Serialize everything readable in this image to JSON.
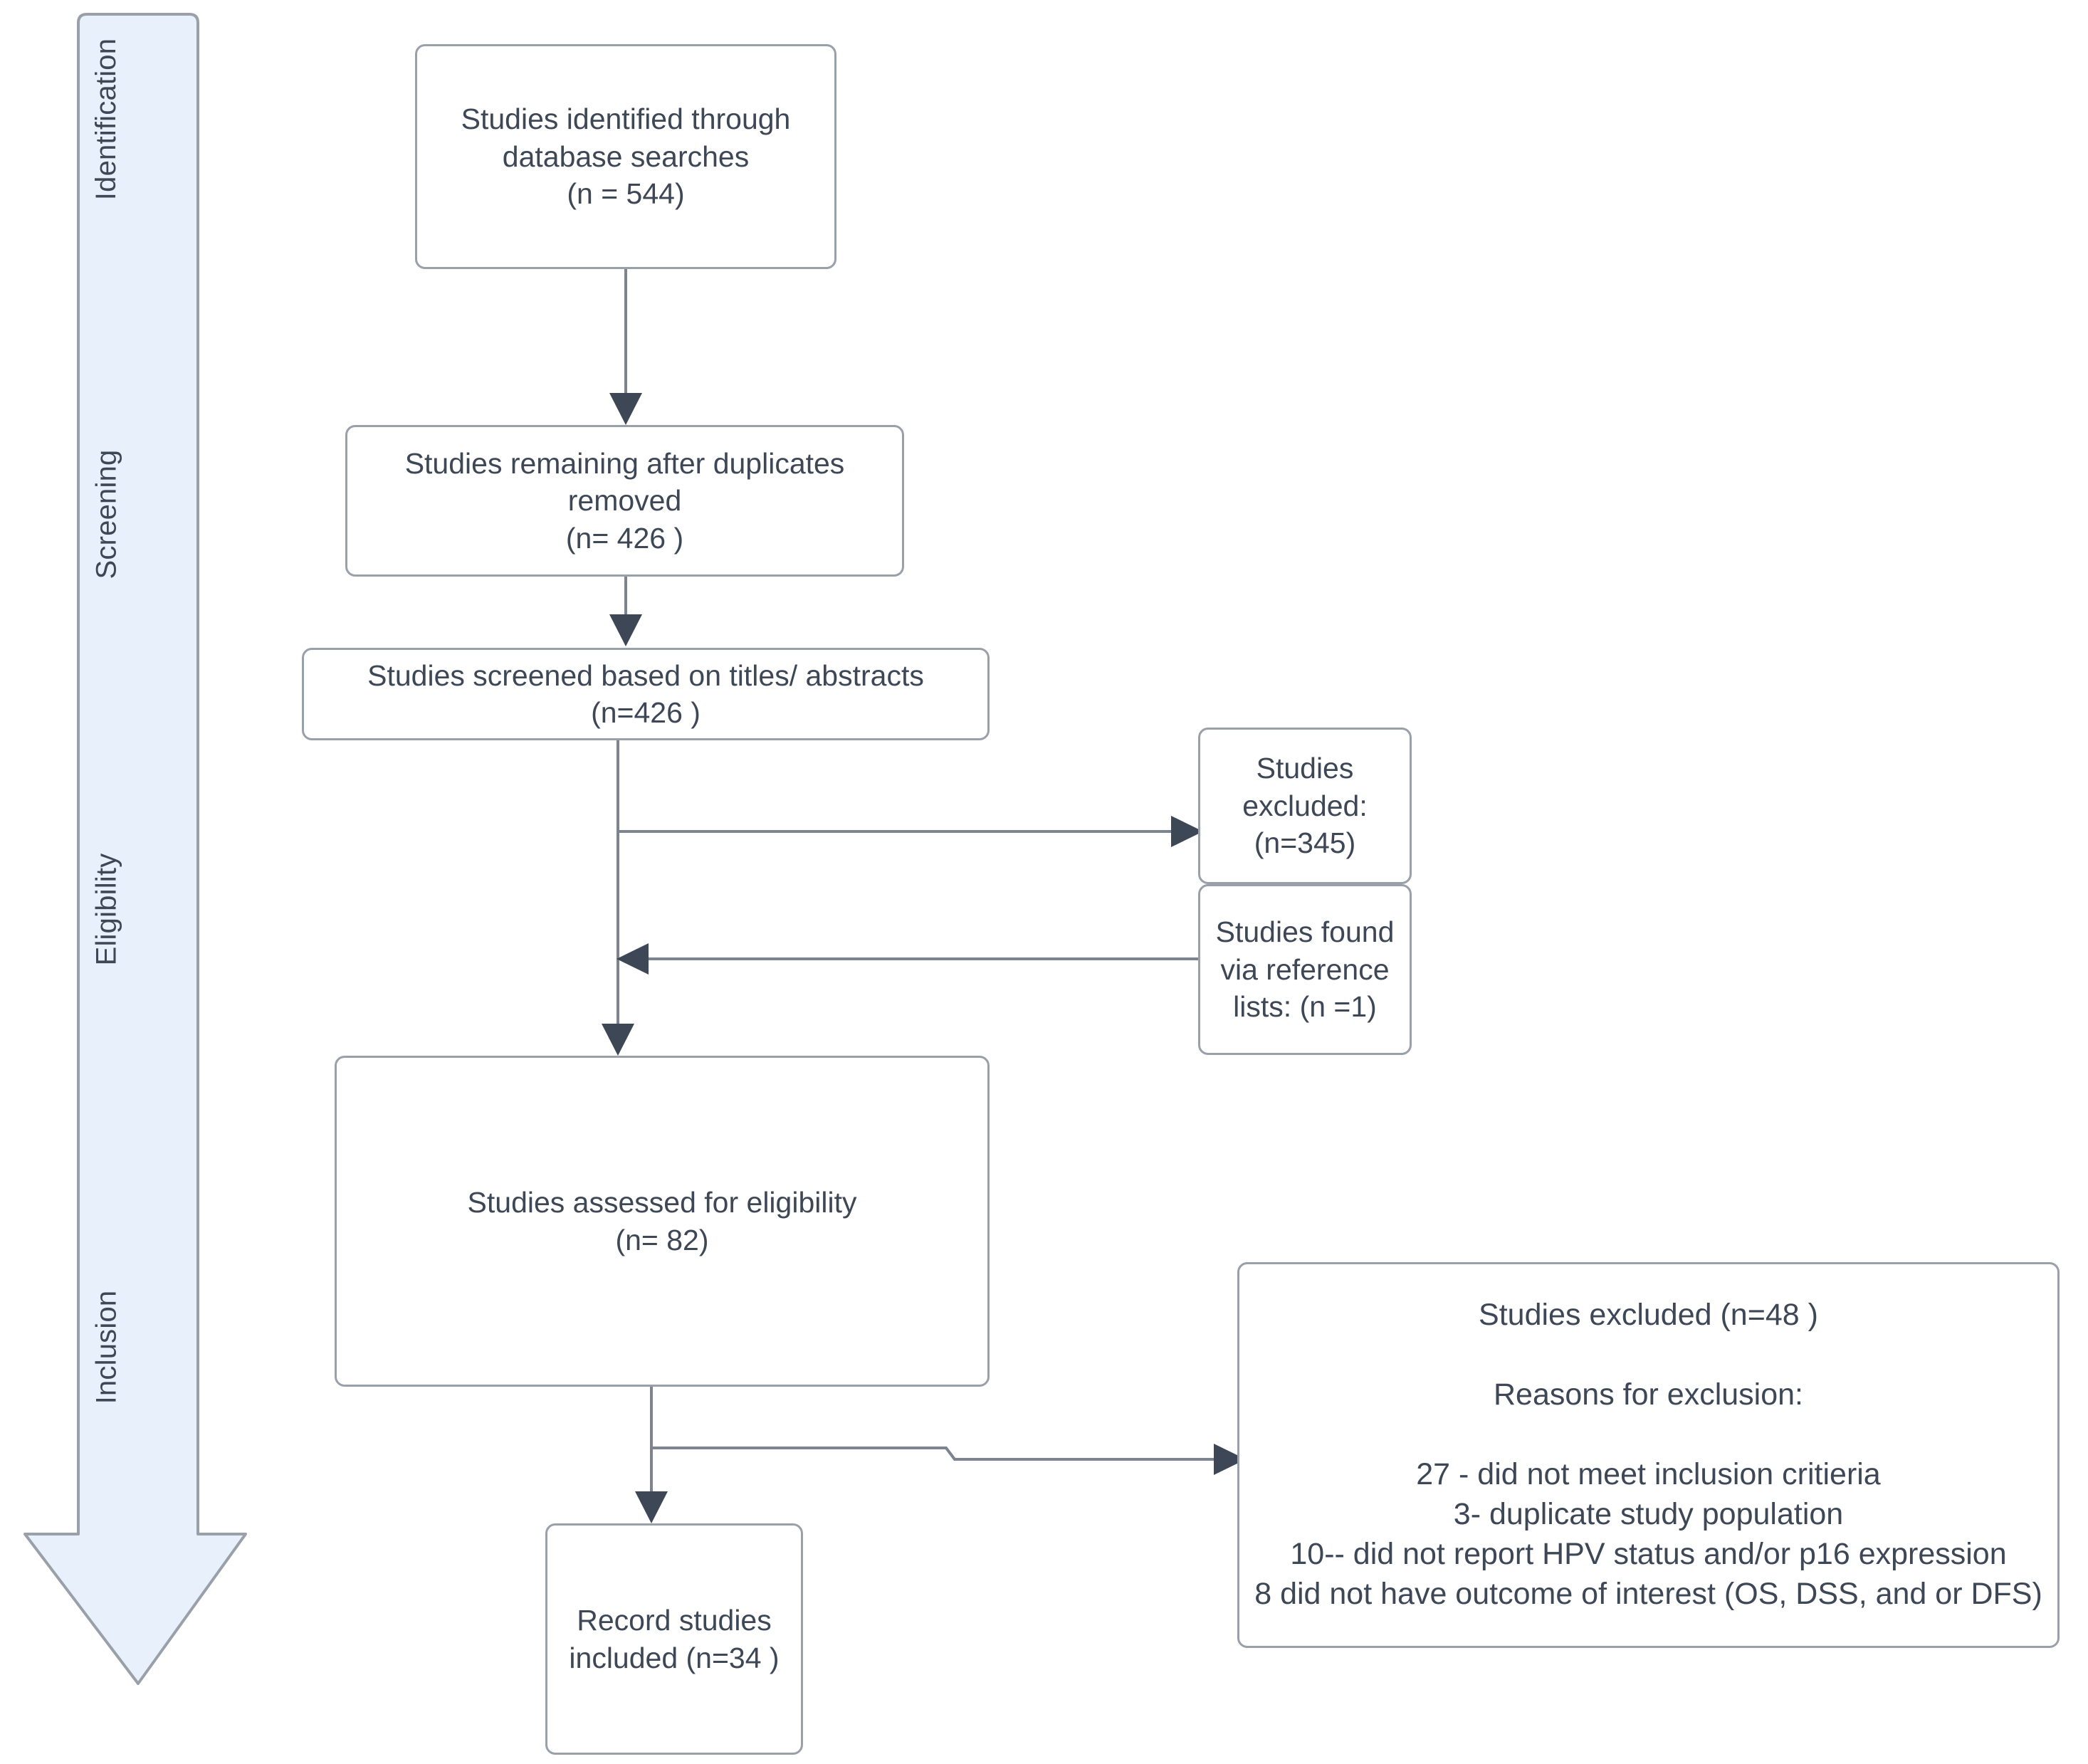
{
  "diagram": {
    "title": "PRISMA study selection flow diagram",
    "type": "flowchart",
    "accent_color": "#e8f1fb",
    "border_color": "#9aa0a9",
    "text_color": "#3d4756",
    "connector_color": "#7d848f"
  },
  "stages": [
    {
      "id": "identification",
      "label": "Identification"
    },
    {
      "id": "screening",
      "label": "Screening"
    },
    {
      "id": "eligibility",
      "label": "Eligibility"
    },
    {
      "id": "inclusion",
      "label": "Inclusion"
    }
  ],
  "nodes": {
    "identified": {
      "label": "Studies identified through\ndatabase searches\n(n = 544)",
      "count": 544
    },
    "after_duplicates": {
      "label": "Studies remaining after duplicates\nremoved\n(n= 426 )",
      "count": 426
    },
    "screened": {
      "label": "Studies screened based on titles/ abstracts\n(n=426 )",
      "count": 426
    },
    "excluded_screening": {
      "label": "Studies\nexcluded:\n(n=345)",
      "count": 345
    },
    "found_references": {
      "label": "Studies found\nvia reference\nlists: (n =1)",
      "count": 1
    },
    "assessed": {
      "label": "Studies assessed for eligibility\n(n= 82)",
      "count": 82
    },
    "excluded_eligibility": {
      "label": "Studies excluded (n=48 )\n\nReasons for exclusion:\n\n27 - did not meet inclusion critieria\n3- duplicate study population\n10-- did not report HPV status and/or p16 expression\n8 did not have outcome of interest (OS, DSS, and or DFS)",
      "count": 48,
      "reasons": [
        "27 - did not meet inclusion critieria",
        "3- duplicate study population",
        "10-- did not report HPV status and/or p16 expression",
        "8 did not have outcome of interest (OS, DSS, and or DFS)"
      ]
    },
    "included": {
      "label": "Record studies\nincluded (n=34 )",
      "count": 34
    }
  }
}
